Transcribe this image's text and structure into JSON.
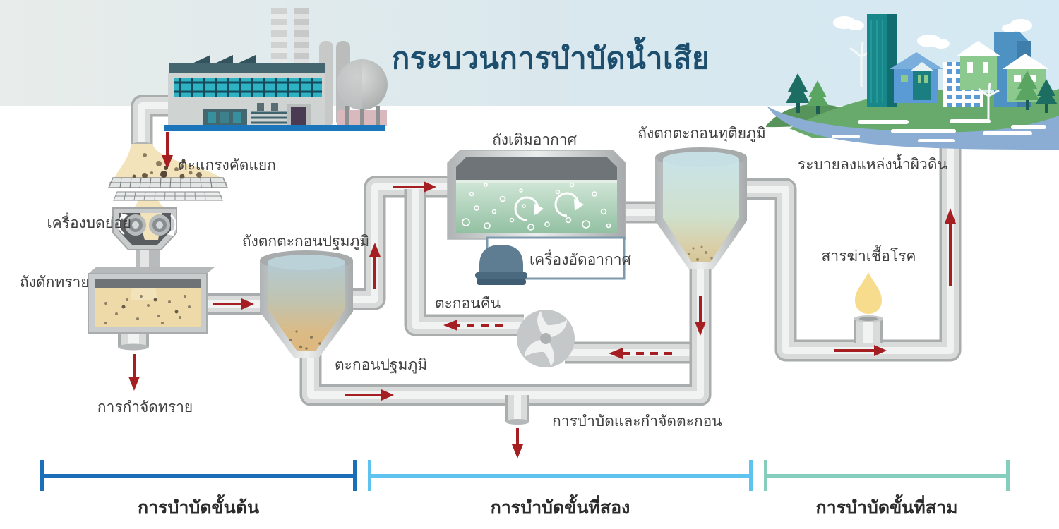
{
  "title": "กระบวนการบำบัดน้ำเสีย",
  "labels": {
    "screen": "ตะแกรงคัดแยก",
    "grinder": "เครื่องบดย่อย",
    "grit_tank": "ถังดักทราย",
    "sand_removal": "การกำจัดทราย",
    "primary_tank": "ถังตกตะกอนปฐมภูมิ",
    "primary_sludge": "ตะกอนปฐมภูมิ",
    "aeration_tank": "ถังเติมอากาศ",
    "air_compressor": "เครื่องอัดอากาศ",
    "secondary_tank": "ถังตกตะกอนทุติยภูมิ",
    "return_sludge": "ตะกอนคืน",
    "sludge_treatment": "การบำบัดและกำจัดตะกอน",
    "discharge": "ระบายลงแหล่งน้ำผิวดิน",
    "disinfectant": "สารฆ่าเชื้อโรค"
  },
  "stages": [
    {
      "label": "การบำบัดขั้นต้น",
      "color": "#1b6fb8"
    },
    {
      "label": "การบำบัดขั้นที่สอง",
      "color": "#5ec3ee"
    },
    {
      "label": "การบำบัดขั้นที่สาม",
      "color": "#87cdbd"
    }
  ],
  "colors": {
    "title_text": "#1d4e6d",
    "label_text": "#3f3f3f",
    "flow_arrow_red": "#a41e22",
    "pipe_gray": "#c9cccc",
    "factory_base_blue": "#1b75bb",
    "aeration_water_green": "#93c1a3",
    "sand_fill": "#eed9a9",
    "compressor_slate": "#5f7d93",
    "disinfectant_drop_yellow": "#f6dc8c",
    "river_blue": "#8badd3",
    "hill_green": "#68a96c",
    "header_band": "#dcebf1"
  }
}
